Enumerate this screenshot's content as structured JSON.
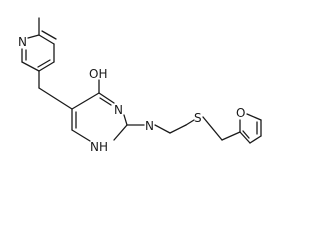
{
  "molecule": {
    "atoms": {
      "pyridine_n": "N",
      "hydroxyl": "OH",
      "ring_n3": "N",
      "ring_nh": "NH",
      "amine_n": "N",
      "sulfur": "S",
      "furan_o": "O"
    },
    "colors": {
      "bond": "#1a1a1a",
      "label": "#1a1a1a",
      "background": "#ffffff"
    }
  }
}
